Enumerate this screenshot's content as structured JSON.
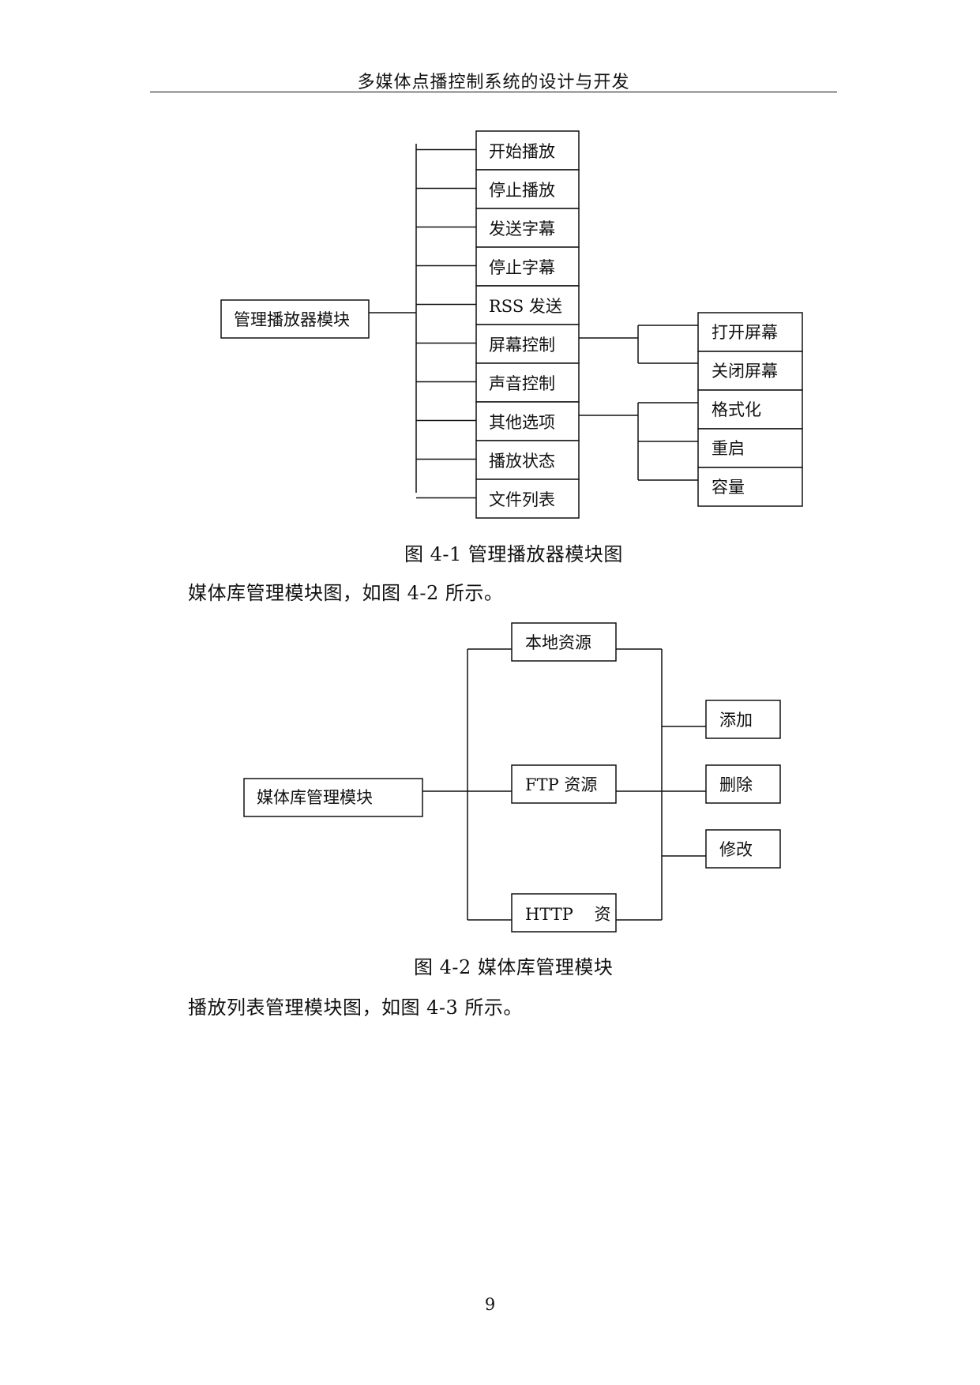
{
  "header": {
    "title": "多媒体点播控制系统的设计与开发"
  },
  "figure1": {
    "root": "管理播放器模块",
    "items": [
      "开始播放",
      "停止播放",
      "发送字幕",
      "停止字幕",
      "RSS 发送",
      "屏幕控制",
      "声音控制",
      "其他选项",
      "播放状态",
      "文件列表"
    ],
    "screen_children": [
      "打开屏幕",
      "关闭屏幕"
    ],
    "other_children": [
      "格式化",
      "重启",
      "容量"
    ],
    "caption": "图 4-1  管理播放器模块图"
  },
  "para1": "媒体库管理模块图，如图 4-2 所示。",
  "figure2": {
    "root": "媒体库管理模块",
    "sources": [
      "本地资源",
      "FTP 资源",
      "HTTP    资"
    ],
    "actions": [
      "添加",
      "删除",
      "修改"
    ],
    "caption": "图 4-2  媒体库管理模块"
  },
  "para2": "播放列表管理模块图，如图 4-3 所示。",
  "page_number": "9"
}
